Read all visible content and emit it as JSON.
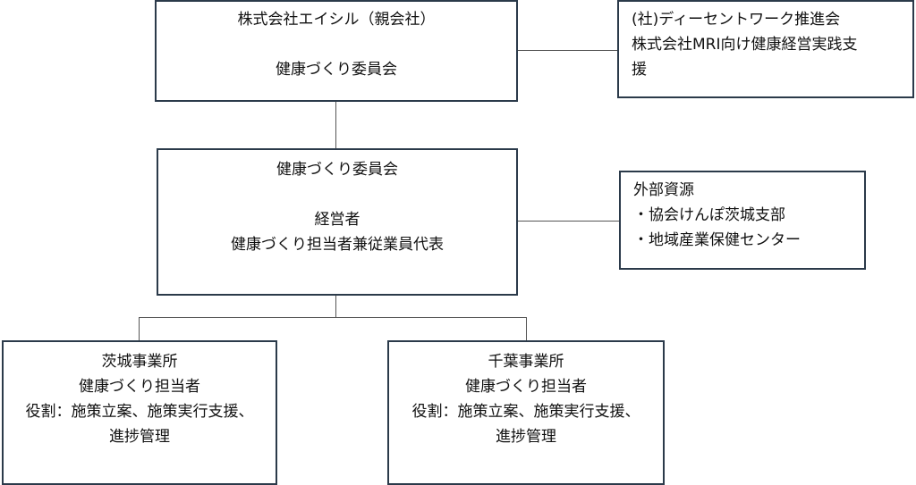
{
  "parent_box": {
    "line1": "株式会社エイシル（親会社）",
    "line2": "健康づくり委員会"
  },
  "support_box": {
    "line1": "(社)ディーセントワーク推進会",
    "line2": "株式会社MRI向け健康経営実践支",
    "line3": "援"
  },
  "committee_box": {
    "title": "健康づくり委員会",
    "line1": "経営者",
    "line2": "健康づくり担当者兼従業員代表"
  },
  "external_box": {
    "title": "外部資源",
    "item1": "・協会けんぽ茨城支部",
    "item2": "・地域産業保健センター"
  },
  "ibaraki_box": {
    "line1": "茨城事業所",
    "line2": "健康づくり担当者",
    "line3": "役割：施策立案、施策実行支援、",
    "line4": "進捗管理"
  },
  "chiba_box": {
    "line1": "千葉事業所",
    "line2": "健康づくり担当者",
    "line3": "役割：施策立案、施策実行支援、",
    "line4": "進捗管理"
  }
}
